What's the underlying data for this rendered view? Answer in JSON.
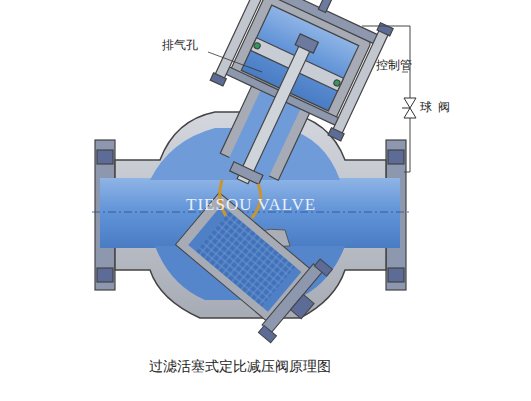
{
  "diagram": {
    "caption": "过滤活塞式定比减压阀原理图",
    "labels": [
      "排气孔",
      "控制管",
      "球阀",
      "TIESOU VALVE"
    ]
  }
}
